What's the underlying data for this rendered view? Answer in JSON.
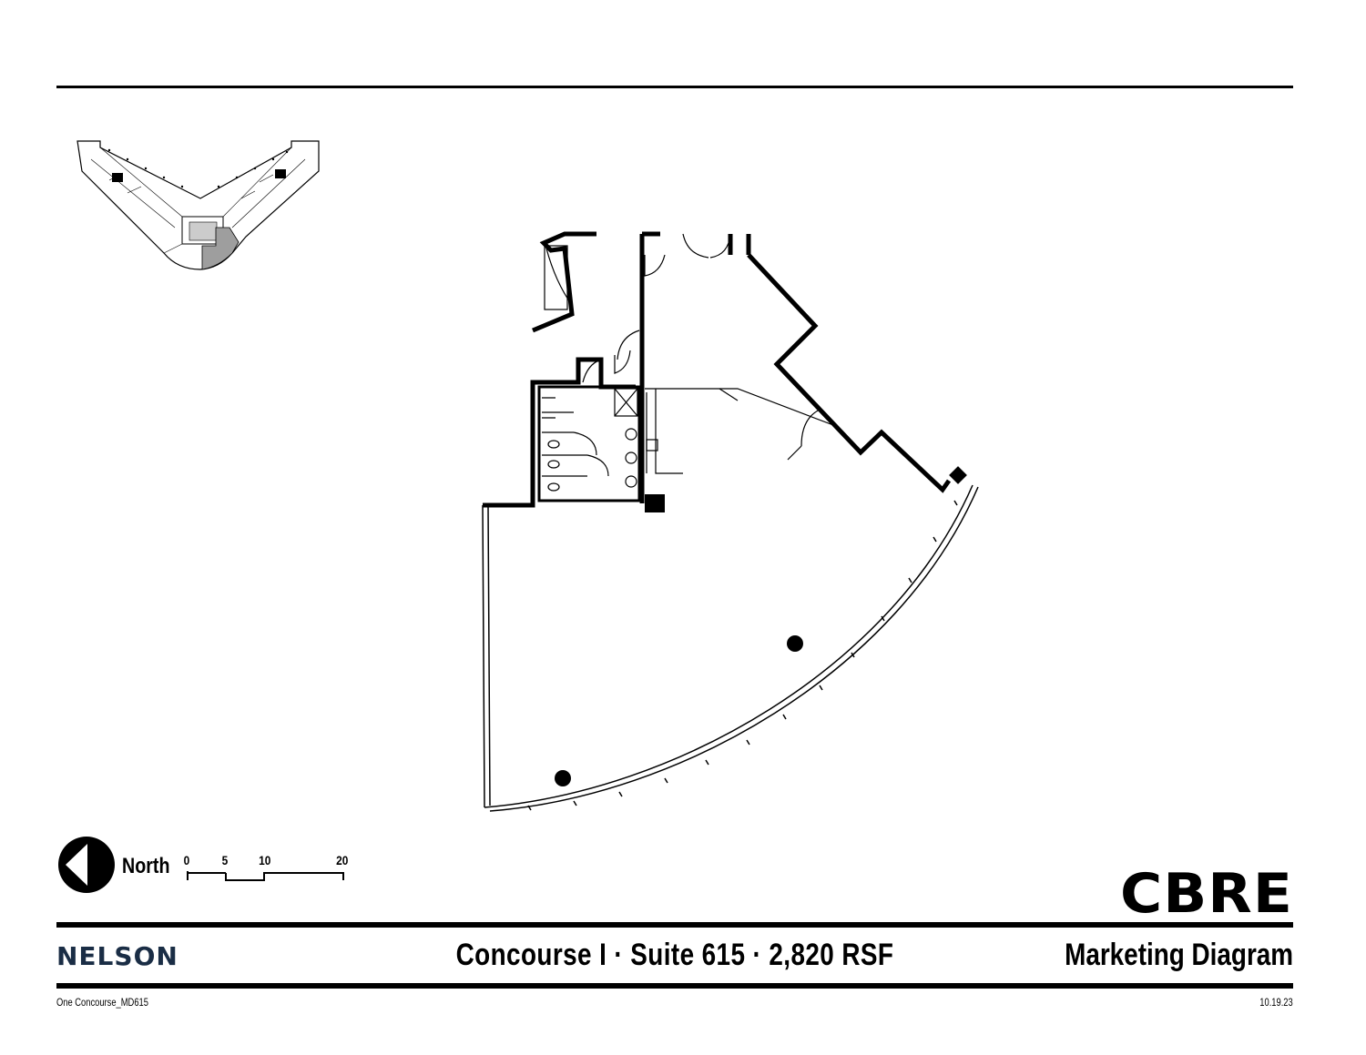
{
  "header": {},
  "key_plan": {
    "label": ""
  },
  "floor_plan": {},
  "legend": {
    "north_label": "North",
    "scale_ticks": [
      "0",
      "5",
      "10",
      "20"
    ]
  },
  "branding": {
    "cbre_logo_text": "CBRE",
    "nelson_logo_text": "NELSON"
  },
  "footer": {
    "title": "Concourse I · Suite 615 · 2,820 RSF",
    "doc_type": "Marketing Diagram",
    "file_name": "One Concourse_MD615",
    "date": "10.19.23"
  }
}
